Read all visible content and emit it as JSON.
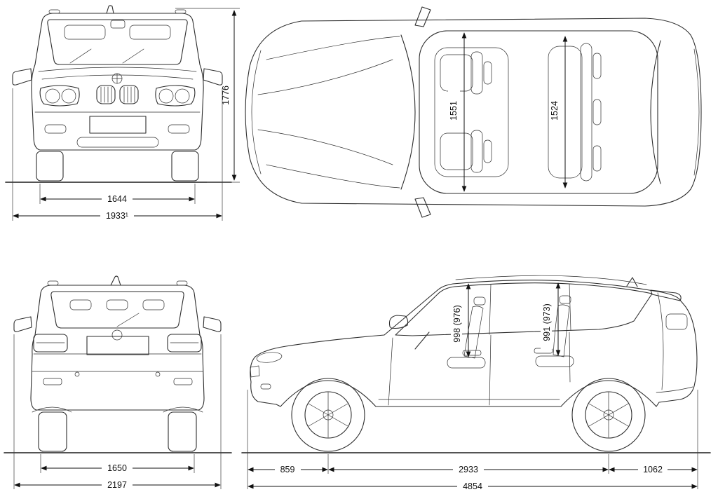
{
  "colors": {
    "line": "#2d2d2d",
    "background": "#ffffff"
  },
  "views": {
    "front": {
      "dims": {
        "height": "1776",
        "track_width": "1644",
        "overall_width": "1933¹"
      }
    },
    "top": {
      "dims": {
        "front_interior_width": "1551",
        "rear_interior_width": "1524"
      }
    },
    "rear": {
      "dims": {
        "track_width": "1650",
        "overall_width": "2197"
      }
    },
    "side": {
      "dims": {
        "front_headroom": "998 (976)",
        "rear_headroom": "991 (973)",
        "front_overhang": "859",
        "wheelbase": "2933",
        "rear_overhang": "1062",
        "overall_length": "4854"
      }
    }
  }
}
